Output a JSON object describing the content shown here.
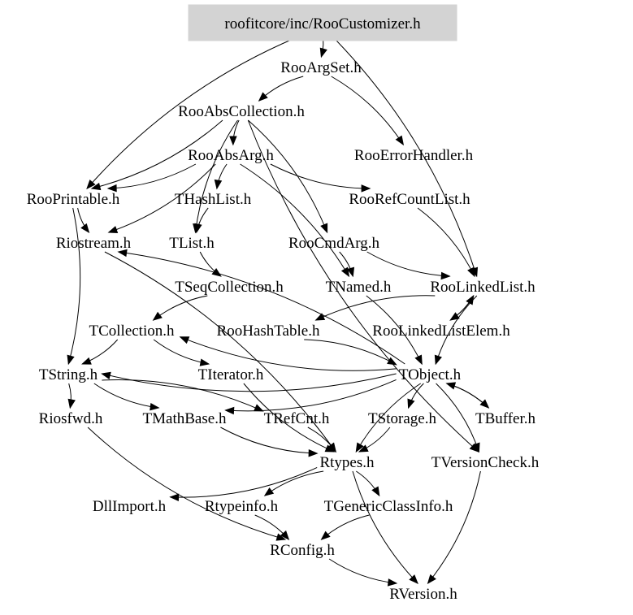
{
  "diagram": {
    "type": "include-dependency-graph",
    "root": "roofitcore/inc/RooCustomizer.h",
    "root_fill": "#d3d3d3",
    "nodes": [
      {
        "id": "root",
        "label": "roofitcore/inc/RooCustomizer.h"
      },
      {
        "id": "rooargset",
        "label": "RooArgSet.h"
      },
      {
        "id": "rooabscollection",
        "label": "RooAbsCollection.h"
      },
      {
        "id": "rooabsarg",
        "label": "RooAbsArg.h"
      },
      {
        "id": "rooerrorhandler",
        "label": "RooErrorHandler.h"
      },
      {
        "id": "rooprintable",
        "label": "RooPrintable.h"
      },
      {
        "id": "thashlist",
        "label": "THashList.h"
      },
      {
        "id": "roorefcountlist",
        "label": "RooRefCountList.h"
      },
      {
        "id": "riostream",
        "label": "Riostream.h"
      },
      {
        "id": "tlist",
        "label": "TList.h"
      },
      {
        "id": "roocmdarg",
        "label": "RooCmdArg.h"
      },
      {
        "id": "tseqcollection",
        "label": "TSeqCollection.h"
      },
      {
        "id": "tnamed",
        "label": "TNamed.h"
      },
      {
        "id": "roolinkedlist",
        "label": "RooLinkedList.h"
      },
      {
        "id": "tcollection",
        "label": "TCollection.h"
      },
      {
        "id": "roohashtable",
        "label": "RooHashTable.h"
      },
      {
        "id": "roolinkedlistelem",
        "label": "RooLinkedListElem.h"
      },
      {
        "id": "tstring",
        "label": "TString.h"
      },
      {
        "id": "titerator",
        "label": "TIterator.h"
      },
      {
        "id": "tobject",
        "label": "TObject.h"
      },
      {
        "id": "riosfwd",
        "label": "Riosfwd.h"
      },
      {
        "id": "tmathbase",
        "label": "TMathBase.h"
      },
      {
        "id": "trefcnt",
        "label": "TRefCnt.h"
      },
      {
        "id": "tstorage",
        "label": "TStorage.h"
      },
      {
        "id": "tbuffer",
        "label": "TBuffer.h"
      },
      {
        "id": "rtypes",
        "label": "Rtypes.h"
      },
      {
        "id": "tversioncheck",
        "label": "TVersionCheck.h"
      },
      {
        "id": "dllimport",
        "label": "DllImport.h"
      },
      {
        "id": "rtypeinfo",
        "label": "Rtypeinfo.h"
      },
      {
        "id": "tgenericclassinfo",
        "label": "TGenericClassInfo.h"
      },
      {
        "id": "rconfig",
        "label": "RConfig.h"
      },
      {
        "id": "rversion",
        "label": "RVersion.h"
      }
    ],
    "edges": [
      [
        "root",
        "rooargset"
      ],
      [
        "root",
        "rooprintable"
      ],
      [
        "root",
        "roolinkedlist"
      ],
      [
        "rooargset",
        "rooabscollection"
      ],
      [
        "rooargset",
        "rooerrorhandler"
      ],
      [
        "rooabscollection",
        "rooabsarg"
      ],
      [
        "rooabscollection",
        "rooprintable"
      ],
      [
        "rooabscollection",
        "tlist"
      ],
      [
        "rooabscollection",
        "roocmdarg"
      ],
      [
        "rooabscollection",
        "tversioncheck"
      ],
      [
        "rooabsarg",
        "rooprintable"
      ],
      [
        "rooabsarg",
        "thashlist"
      ],
      [
        "rooabsarg",
        "riostream"
      ],
      [
        "rooabsarg",
        "roorefcountlist"
      ],
      [
        "rooabsarg",
        "tnamed"
      ],
      [
        "rooprintable",
        "riostream"
      ],
      [
        "rooprintable",
        "tstring"
      ],
      [
        "thashlist",
        "tlist"
      ],
      [
        "roorefcountlist",
        "roolinkedlist"
      ],
      [
        "tlist",
        "tseqcollection"
      ],
      [
        "roocmdarg",
        "tnamed"
      ],
      [
        "roocmdarg",
        "roolinkedlist"
      ],
      [
        "riostream",
        "rtypes"
      ],
      [
        "tseqcollection",
        "tcollection"
      ],
      [
        "tnamed",
        "tobject"
      ],
      [
        "roolinkedlist",
        "roohashtable"
      ],
      [
        "roolinkedlist",
        "roolinkedlistelem"
      ],
      [
        "roolinkedlist",
        "tobject"
      ],
      [
        "tcollection",
        "tstring"
      ],
      [
        "tcollection",
        "titerator"
      ],
      [
        "roohashtable",
        "tobject"
      ],
      [
        "roolinkedlistelem",
        "roolinkedlist"
      ],
      [
        "tstring",
        "riosfwd"
      ],
      [
        "tstring",
        "tmathbase"
      ],
      [
        "tstring",
        "trefcnt"
      ],
      [
        "titerator",
        "rtypes"
      ],
      [
        "tobject",
        "tstring"
      ],
      [
        "tobject",
        "tstorage"
      ],
      [
        "tobject",
        "tbuffer"
      ],
      [
        "tobject",
        "rtypes"
      ],
      [
        "tobject",
        "tversioncheck"
      ],
      [
        "tbuffer",
        "tobject"
      ],
      [
        "tobject",
        "tmathbase"
      ],
      [
        "tobject",
        "riostream"
      ],
      [
        "trefcnt",
        "rtypes"
      ],
      [
        "tmathbase",
        "rtypes"
      ],
      [
        "tstorage",
        "rtypes"
      ],
      [
        "riosfwd",
        "rconfig"
      ],
      [
        "rtypes",
        "dllimport"
      ],
      [
        "rtypes",
        "rtypeinfo"
      ],
      [
        "rtypes",
        "tgenericclassinfo"
      ],
      [
        "rtypes",
        "rversion"
      ],
      [
        "rtypeinfo",
        "rconfig"
      ],
      [
        "tgenericclassinfo",
        "rconfig"
      ],
      [
        "tversioncheck",
        "rversion"
      ],
      [
        "rconfig",
        "rversion"
      ],
      [
        "tobject",
        "tcollection"
      ]
    ]
  }
}
